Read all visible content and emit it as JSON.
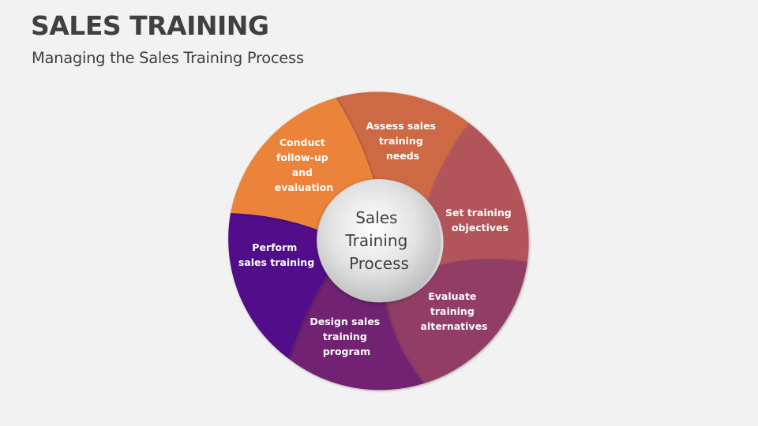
{
  "header": {
    "title": "SALES TRAINING",
    "subtitle": "Managing the Sales Training Process"
  },
  "diagram": {
    "type": "cycle",
    "center": {
      "lines": [
        "Sales",
        "Training",
        "Process"
      ]
    },
    "segments": [
      {
        "id": "assess",
        "lines": [
          "Assess sales",
          "training",
          "needs"
        ],
        "color": "#CD6A45"
      },
      {
        "id": "set",
        "lines": [
          "Set training",
          "objectives"
        ],
        "color": "#B2545A"
      },
      {
        "id": "evaluate",
        "lines": [
          "Evaluate",
          "training",
          "alternatives"
        ],
        "color": "#913C66"
      },
      {
        "id": "design",
        "lines": [
          "Design sales",
          "training",
          "program"
        ],
        "color": "#722473"
      },
      {
        "id": "perform",
        "lines": [
          "Perform",
          "sales training"
        ],
        "color": "#51108A"
      },
      {
        "id": "conduct",
        "lines": [
          "Conduct",
          "follow-up",
          "and",
          "evaluation"
        ],
        "color": "#EC833A"
      }
    ]
  },
  "colors": {
    "background": "#F2F2F2",
    "text_dark": "#404040"
  }
}
